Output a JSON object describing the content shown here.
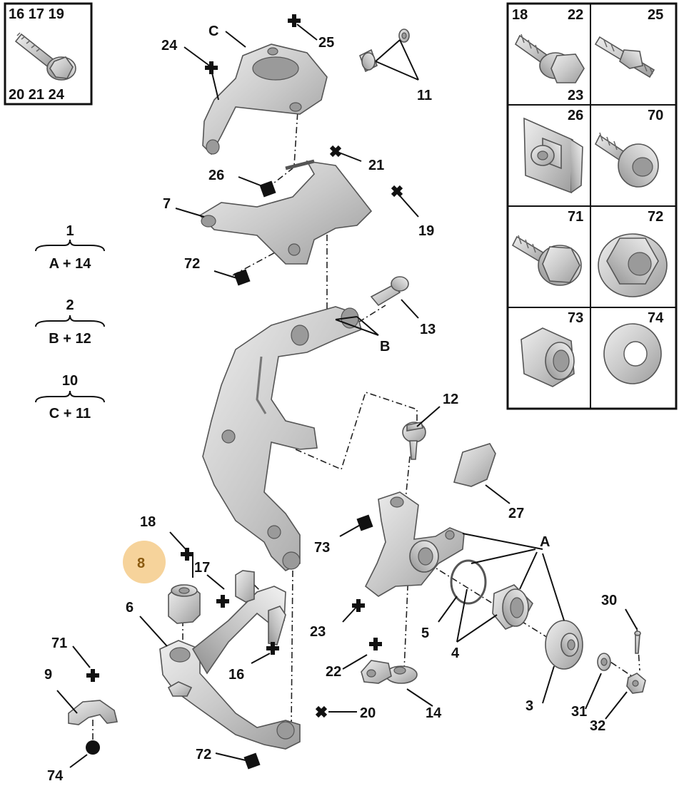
{
  "callouts": {
    "c16_17_19": "16 17 19",
    "c20_21_24": "20 21 24",
    "c24": "24",
    "cC": "C",
    "c25": "25",
    "c11": "11",
    "c21": "21",
    "c26": "26",
    "c7": "7",
    "c19": "19",
    "c72a": "72",
    "c13": "13",
    "cB": "B",
    "c12": "12",
    "c27": "27",
    "c73": "73",
    "cA": "A",
    "c18": "18",
    "c8": "8",
    "c17": "17",
    "c6": "6",
    "c23": "23",
    "c5": "5",
    "c4": "4",
    "c30": "30",
    "c71": "71",
    "c9": "9",
    "c16": "16",
    "c22": "22",
    "c20": "20",
    "c14": "14",
    "c3": "3",
    "c31": "31",
    "c32": "32",
    "c72b": "72",
    "c74": "74"
  },
  "legend": [
    {
      "top": "1",
      "bottom": "A + 14"
    },
    {
      "top": "2",
      "bottom": "B + 12"
    },
    {
      "top": "10",
      "bottom": "C + 11"
    }
  ],
  "hardware_grid": {
    "cells": [
      {
        "labels": [
          "18",
          "22",
          "23"
        ]
      },
      {
        "labels": [
          "25"
        ]
      },
      {
        "labels": [
          "26"
        ]
      },
      {
        "labels": [
          "70"
        ]
      },
      {
        "labels": [
          "71"
        ]
      },
      {
        "labels": [
          "72"
        ]
      },
      {
        "labels": [
          "73"
        ]
      },
      {
        "labels": [
          "74"
        ]
      }
    ]
  },
  "highlight": {
    "label": "8",
    "color": "#f3c47a"
  }
}
